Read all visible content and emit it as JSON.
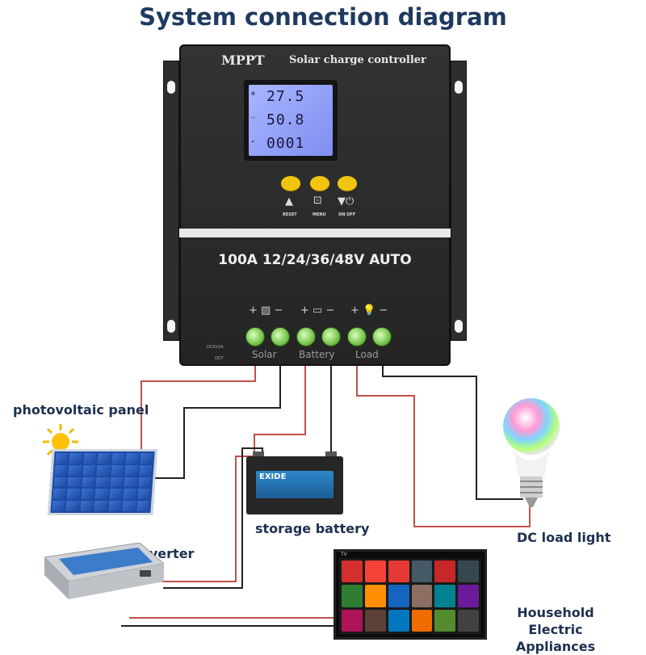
{
  "title": "System connection diagram",
  "controller": {
    "brand": "MPPT",
    "subtitle": "Solar charge controller",
    "lcd": {
      "line1": "27.5",
      "line2": "50.8",
      "line3": "0001"
    },
    "buttons": [
      {
        "label": "RESET",
        "icon": "up-arrow-icon"
      },
      {
        "label": "MENU",
        "icon": "menu-icon"
      },
      {
        "label": "ON OFF",
        "icon": "down-arrow-power-icon"
      }
    ],
    "rating": "100A 12/24/36/48V AUTO",
    "usb_label": "DC5V2A",
    "usb_out": "OUT",
    "terminals": [
      {
        "group": "Solar",
        "symbol": "+ ▨ −"
      },
      {
        "group": "Battery",
        "symbol": "+ ▭ −"
      },
      {
        "group": "Load",
        "symbol": "+ 💡 −"
      }
    ]
  },
  "components": {
    "panel": "photovoltaic panel",
    "battery": "storage battery",
    "battery_brand": "EXIDE",
    "inverter": "inverter",
    "light": "DC load light",
    "appliances": "Household Electric Appliances",
    "tv_badge": "TV"
  },
  "colors": {
    "title": "#1f3a5f",
    "wire_positive": "#c0504d",
    "wire_negative": "#222222",
    "terminal": "#76c34a",
    "button": "#f1c40f",
    "lcd": "#8e9cf5"
  }
}
